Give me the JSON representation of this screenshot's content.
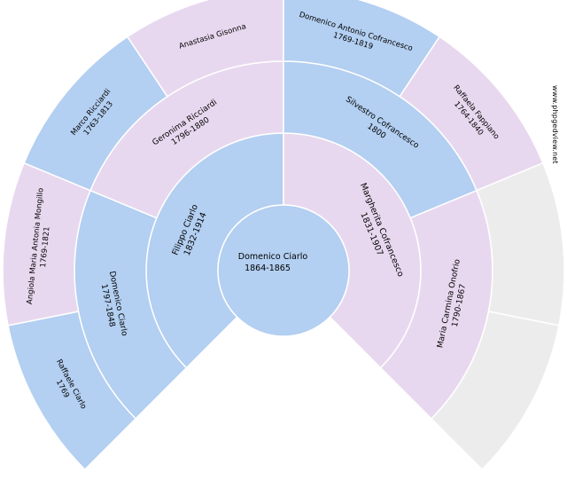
{
  "colors": {
    "male": "#b3cff1",
    "female": "#e8d8ef",
    "unknown": "#ececec",
    "stroke": "#ffffff"
  },
  "watermark": "www.phpgedview.net",
  "root": {
    "name": "Domenico Ciarlo",
    "dates": "1864-1865",
    "sex": "male"
  },
  "generations": [
    [
      {
        "name": "Filippo Ciarlo",
        "dates": "1832-1914",
        "sex": "male"
      },
      {
        "name": "Margherita Cofrancesco",
        "dates": "1831-1907",
        "sex": "female"
      }
    ],
    [
      {
        "name": "Domenico Ciarlo",
        "dates": "1797-1848",
        "sex": "male"
      },
      {
        "name": "Geronima Ricciardi",
        "dates": "1796-1880",
        "sex": "female"
      },
      {
        "name": "Silvestro Cofrancesco",
        "dates": "1800",
        "sex": "male"
      },
      {
        "name": "Maria Carmina Onofrio",
        "dates": "1790-1867",
        "sex": "female"
      }
    ],
    [
      {
        "name": "Raffaele Ciarlo",
        "dates": "1769",
        "sex": "male"
      },
      {
        "name": "Angiola Maria Antonia Mongillo",
        "dates": "1769-1821",
        "sex": "female"
      },
      {
        "name": "Marco Ricciardi",
        "dates": "1763-1813",
        "sex": "male"
      },
      {
        "name": "Anastasia Gisonna",
        "dates": "",
        "sex": "female"
      },
      {
        "name": "Domenico Antonio Cofrancesco",
        "dates": "1769-1819",
        "sex": "male"
      },
      {
        "name": "Raffaela Fappiano",
        "dates": "1764-1840",
        "sex": "female"
      },
      {
        "name": "",
        "dates": "",
        "sex": "unknown"
      },
      {
        "name": "",
        "dates": "",
        "sex": "unknown"
      }
    ]
  ]
}
